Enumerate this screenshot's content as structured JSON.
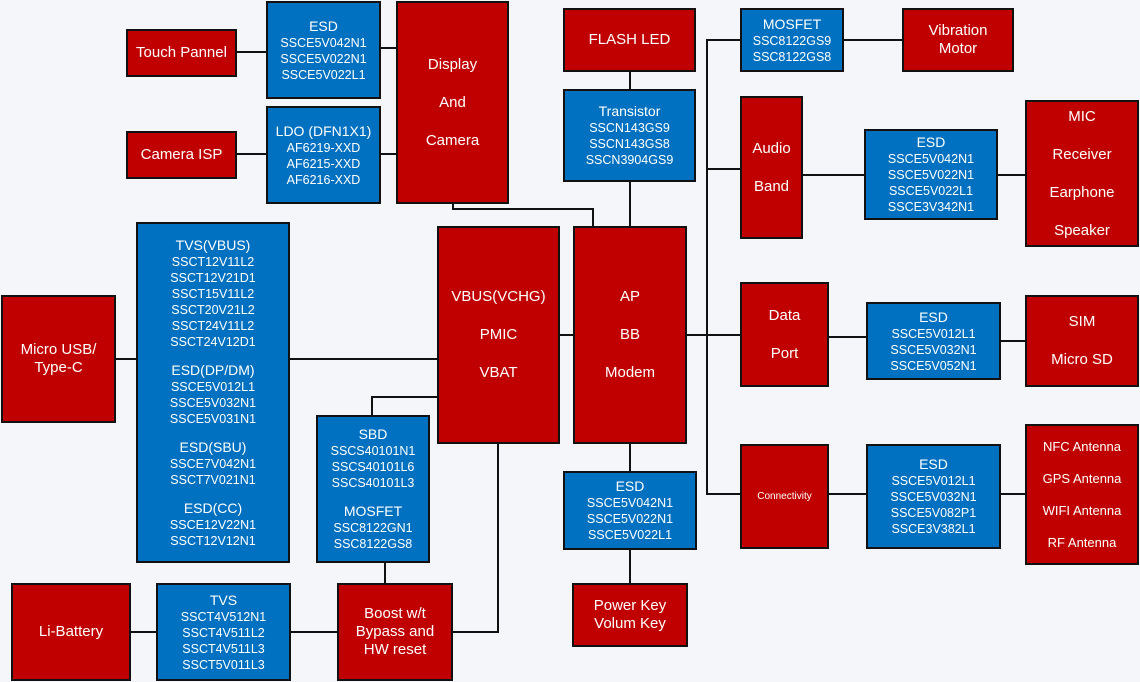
{
  "diagram": {
    "colors": {
      "function_block": "#c00000",
      "protection_part": "#0070c0",
      "background": "#f5f6fa",
      "wire": "#111111"
    },
    "blocks": {
      "touch_panel": {
        "kind": "function",
        "lines": [
          "Touch Pannel"
        ]
      },
      "camera_isp": {
        "kind": "function",
        "lines": [
          "Camera ISP"
        ]
      },
      "display_camera": {
        "kind": "function",
        "lines": [
          "Display",
          "And",
          "Camera"
        ]
      },
      "flash_led": {
        "kind": "function",
        "lines": [
          "FLASH LED"
        ]
      },
      "vibration_motor": {
        "kind": "function",
        "lines": [
          "Vibration",
          "Motor"
        ]
      },
      "audio_band": {
        "kind": "function",
        "lines": [
          "Audio",
          "Band"
        ]
      },
      "audio_out": {
        "kind": "function",
        "lines": [
          "MIC",
          "Receiver",
          "Earphone",
          "Speaker"
        ]
      },
      "micro_usb": {
        "kind": "function",
        "lines": [
          "Micro USB/",
          "Type-C"
        ]
      },
      "pmic": {
        "kind": "function",
        "lines": [
          "VBUS(VCHG)",
          "PMIC",
          "VBAT"
        ]
      },
      "ap": {
        "kind": "function",
        "lines": [
          "AP",
          "BB",
          "Modem"
        ]
      },
      "data_port": {
        "kind": "function",
        "lines": [
          "Data",
          "Port"
        ]
      },
      "sim": {
        "kind": "function",
        "lines": [
          "SIM",
          "Micro SD"
        ]
      },
      "connectivity": {
        "kind": "function",
        "lines": [
          "Connectivity"
        ]
      },
      "antennas": {
        "kind": "function",
        "lines": [
          "NFC Antenna",
          "GPS Antenna",
          "WIFI Antenna",
          "RF Antenna"
        ]
      },
      "li_battery": {
        "kind": "function",
        "lines": [
          "Li-Battery"
        ]
      },
      "boost": {
        "kind": "function",
        "lines": [
          "Boost w/t",
          "Bypass and",
          "HW reset"
        ]
      },
      "keys": {
        "kind": "function",
        "lines": [
          "Power Key",
          "Volum Key"
        ]
      },
      "esd_touch": {
        "kind": "part",
        "groups": [
          {
            "title": "ESD",
            "parts": [
              "SSCE5V042N1",
              "SSCE5V022N1",
              "SSCE5V022L1"
            ]
          }
        ]
      },
      "ldo_camera": {
        "kind": "part",
        "groups": [
          {
            "title": "LDO (DFN1X1)",
            "parts": [
              "AF6219-XXD",
              "AF6215-XXD",
              "AF6216-XXD"
            ]
          }
        ]
      },
      "transistor_flash": {
        "kind": "part",
        "groups": [
          {
            "title": "Transistor",
            "parts": [
              "SSCN143GS9",
              "SSCN143GS8",
              "SSCN3904GS9"
            ]
          }
        ]
      },
      "mosfet_vib": {
        "kind": "part",
        "groups": [
          {
            "title": "MOSFET",
            "parts": [
              "SSC8122GS9",
              "SSC8122GS8"
            ]
          }
        ]
      },
      "esd_audio": {
        "kind": "part",
        "groups": [
          {
            "title": "ESD",
            "parts": [
              "SSCE5V042N1",
              "SSCE5V022N1",
              "SSCE5V022L1",
              "SSCE3V342N1"
            ]
          }
        ]
      },
      "usb_protection": {
        "kind": "part",
        "groups": [
          {
            "title": "TVS(VBUS)",
            "parts": [
              "SSCT12V11L2",
              "SSCT12V21D1",
              "SSCT15V11L2",
              "SSCT20V21L2",
              "SSCT24V11L2",
              "SSCT24V12D1"
            ]
          },
          {
            "title": "ESD(DP/DM)",
            "parts": [
              "SSCE5V012L1",
              "SSCE5V032N1",
              "SSCE5V031N1"
            ]
          },
          {
            "title": "ESD(SBU)",
            "parts": [
              "SSCE7V042N1",
              "SSCT7V021N1"
            ]
          },
          {
            "title": "ESD(CC)",
            "parts": [
              "SSCE12V22N1",
              "SSCT12V12N1"
            ]
          }
        ]
      },
      "sbd_mosfet": {
        "kind": "part",
        "groups": [
          {
            "title": "SBD",
            "parts": [
              "SSCS40101N1",
              "SSCS40101L6",
              "SSCS40101L3"
            ]
          },
          {
            "title": "MOSFET",
            "parts": [
              "SSC8122GN1",
              "SSC8122GS8"
            ]
          }
        ]
      },
      "esd_keys": {
        "kind": "part",
        "groups": [
          {
            "title": "ESD",
            "parts": [
              "SSCE5V042N1",
              "SSCE5V022N1",
              "SSCE5V022L1"
            ]
          }
        ]
      },
      "esd_sim": {
        "kind": "part",
        "groups": [
          {
            "title": "ESD",
            "parts": [
              "SSCE5V012L1",
              "SSCE5V032N1",
              "SSCE5V052N1"
            ]
          }
        ]
      },
      "esd_conn": {
        "kind": "part",
        "groups": [
          {
            "title": "ESD",
            "parts": [
              "SSCE5V012L1",
              "SSCE5V032N1",
              "SSCE5V082P1",
              "SSCE3V382L1"
            ]
          }
        ]
      },
      "tvs_battery": {
        "kind": "part",
        "groups": [
          {
            "title": "TVS",
            "parts": [
              "SSCT4V512N1",
              "SSCT4V511L2",
              "SSCT4V511L3",
              "SSCT5V011L3"
            ]
          }
        ]
      }
    },
    "connections": [
      [
        "touch_panel",
        "esd_touch"
      ],
      [
        "esd_touch",
        "display_camera"
      ],
      [
        "camera_isp",
        "ldo_camera"
      ],
      [
        "ldo_camera",
        "display_camera"
      ],
      [
        "display_camera",
        "ap"
      ],
      [
        "flash_led",
        "transistor_flash"
      ],
      [
        "transistor_flash",
        "ap"
      ],
      [
        "ap",
        "mosfet_vib"
      ],
      [
        "mosfet_vib",
        "vibration_motor"
      ],
      [
        "ap",
        "audio_band"
      ],
      [
        "audio_band",
        "esd_audio"
      ],
      [
        "esd_audio",
        "audio_out"
      ],
      [
        "ap",
        "data_port"
      ],
      [
        "data_port",
        "esd_sim"
      ],
      [
        "esd_sim",
        "sim"
      ],
      [
        "ap",
        "connectivity"
      ],
      [
        "connectivity",
        "esd_conn"
      ],
      [
        "esd_conn",
        "antennas"
      ],
      [
        "micro_usb",
        "usb_protection"
      ],
      [
        "usb_protection",
        "pmic"
      ],
      [
        "pmic",
        "ap"
      ],
      [
        "pmic",
        "sbd_mosfet"
      ],
      [
        "sbd_mosfet",
        "boost"
      ],
      [
        "pmic",
        "boost"
      ],
      [
        "li_battery",
        "tvs_battery"
      ],
      [
        "tvs_battery",
        "boost"
      ],
      [
        "ap",
        "esd_keys"
      ],
      [
        "esd_keys",
        "keys"
      ]
    ]
  }
}
